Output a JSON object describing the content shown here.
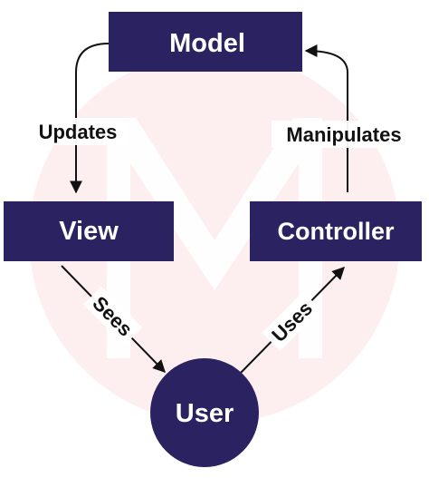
{
  "diagram": {
    "nodes": {
      "model": "Model",
      "view": "View",
      "controller": "Controller",
      "user": "User"
    },
    "edges": {
      "updates": "Updates",
      "manipulates": "Manipulates",
      "sees": "Sees",
      "uses": "Uses"
    },
    "watermark": "M"
  },
  "colors": {
    "node_fill": "#2b2261",
    "node_text": "#ffffff",
    "arrow": "#111111",
    "label_text": "#111111",
    "watermark_circle": "#fdeff0",
    "watermark_letter": "#ffffff"
  }
}
